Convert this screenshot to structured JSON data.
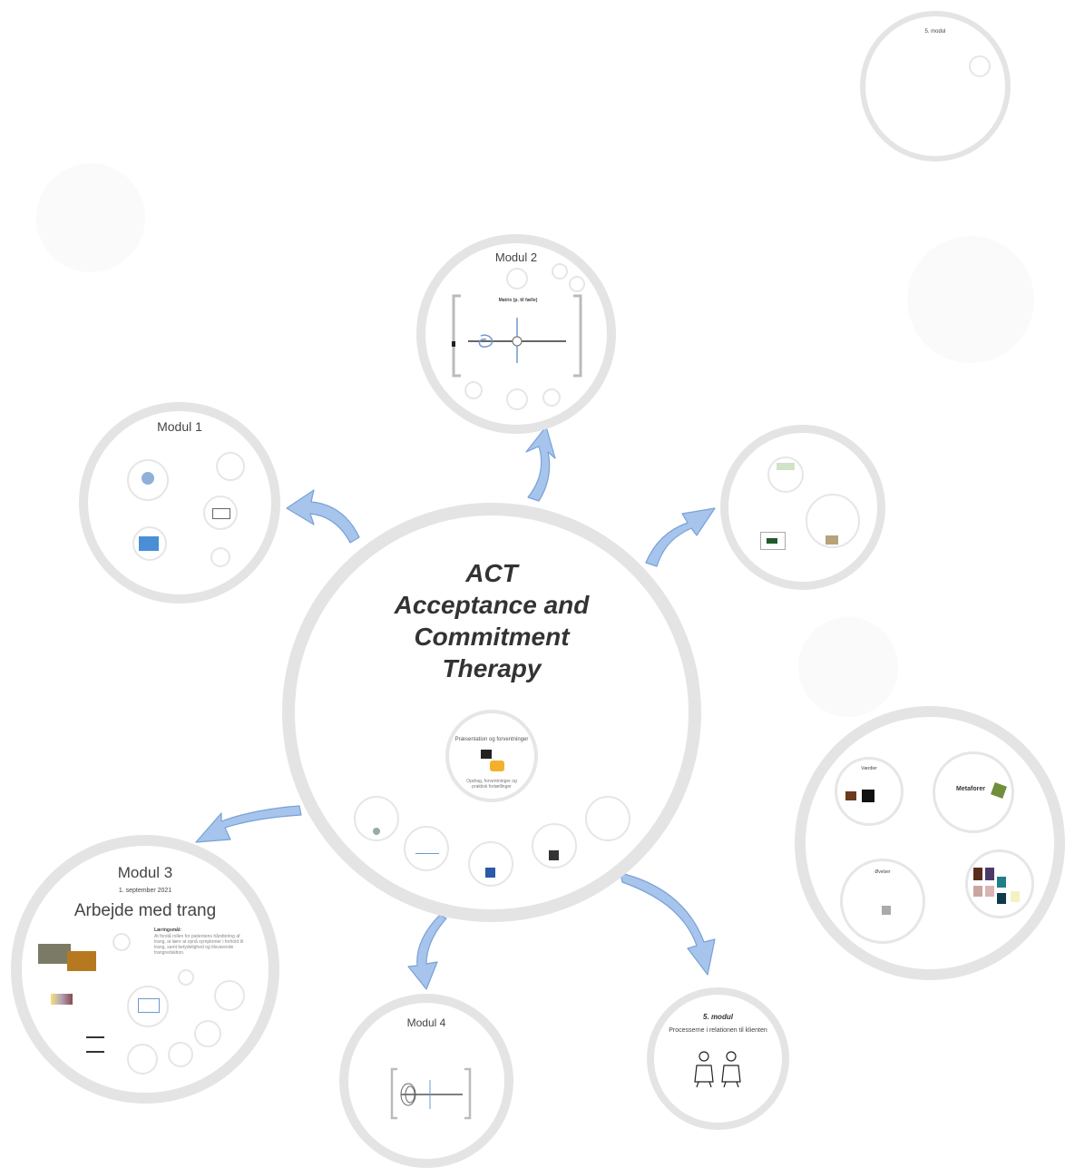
{
  "center": {
    "title_lines": [
      "ACT",
      "Acceptance and",
      "Commitment",
      "Therapy"
    ],
    "inner": {
      "heading": "Præsentation og forventninger",
      "sub": "Opdrag, forventninger og praktisk fortællinger"
    }
  },
  "modules": {
    "modul1": {
      "title": "Modul 1"
    },
    "modul2": {
      "title": "Modul 2",
      "diagram_title": "Matrix (p. til fælle)"
    },
    "modul3": {
      "title": "Modul 3",
      "date": "1. september 2021",
      "subtitle": "Arbejde med trang",
      "goal_heading": "Læringsmål:",
      "goal_text": "At forstå rollen for patientens håndtering af trang, at lære at opnå symptomer i forhold til trang, samt betydelighed og tilsvarende trangreduktion."
    },
    "modul4": {
      "title": "Modul 4"
    },
    "modul5_small": {
      "title": "5. modul"
    },
    "modul5": {
      "title": "5. modul",
      "subtitle": "Processerne i relationen til klienten"
    }
  },
  "topright": {
    "title": "5. modul"
  },
  "right_cluster": {
    "values": {
      "title": "Værdier"
    },
    "metaphors": {
      "title": "Metaforer"
    },
    "exercises": {
      "title": "Øvelser"
    }
  },
  "colors": {
    "arrow": "#9bbde8",
    "arrow_stroke": "#6f98cf",
    "ring": "#e4e4e4",
    "accent_blue": "#2a5aa8"
  }
}
